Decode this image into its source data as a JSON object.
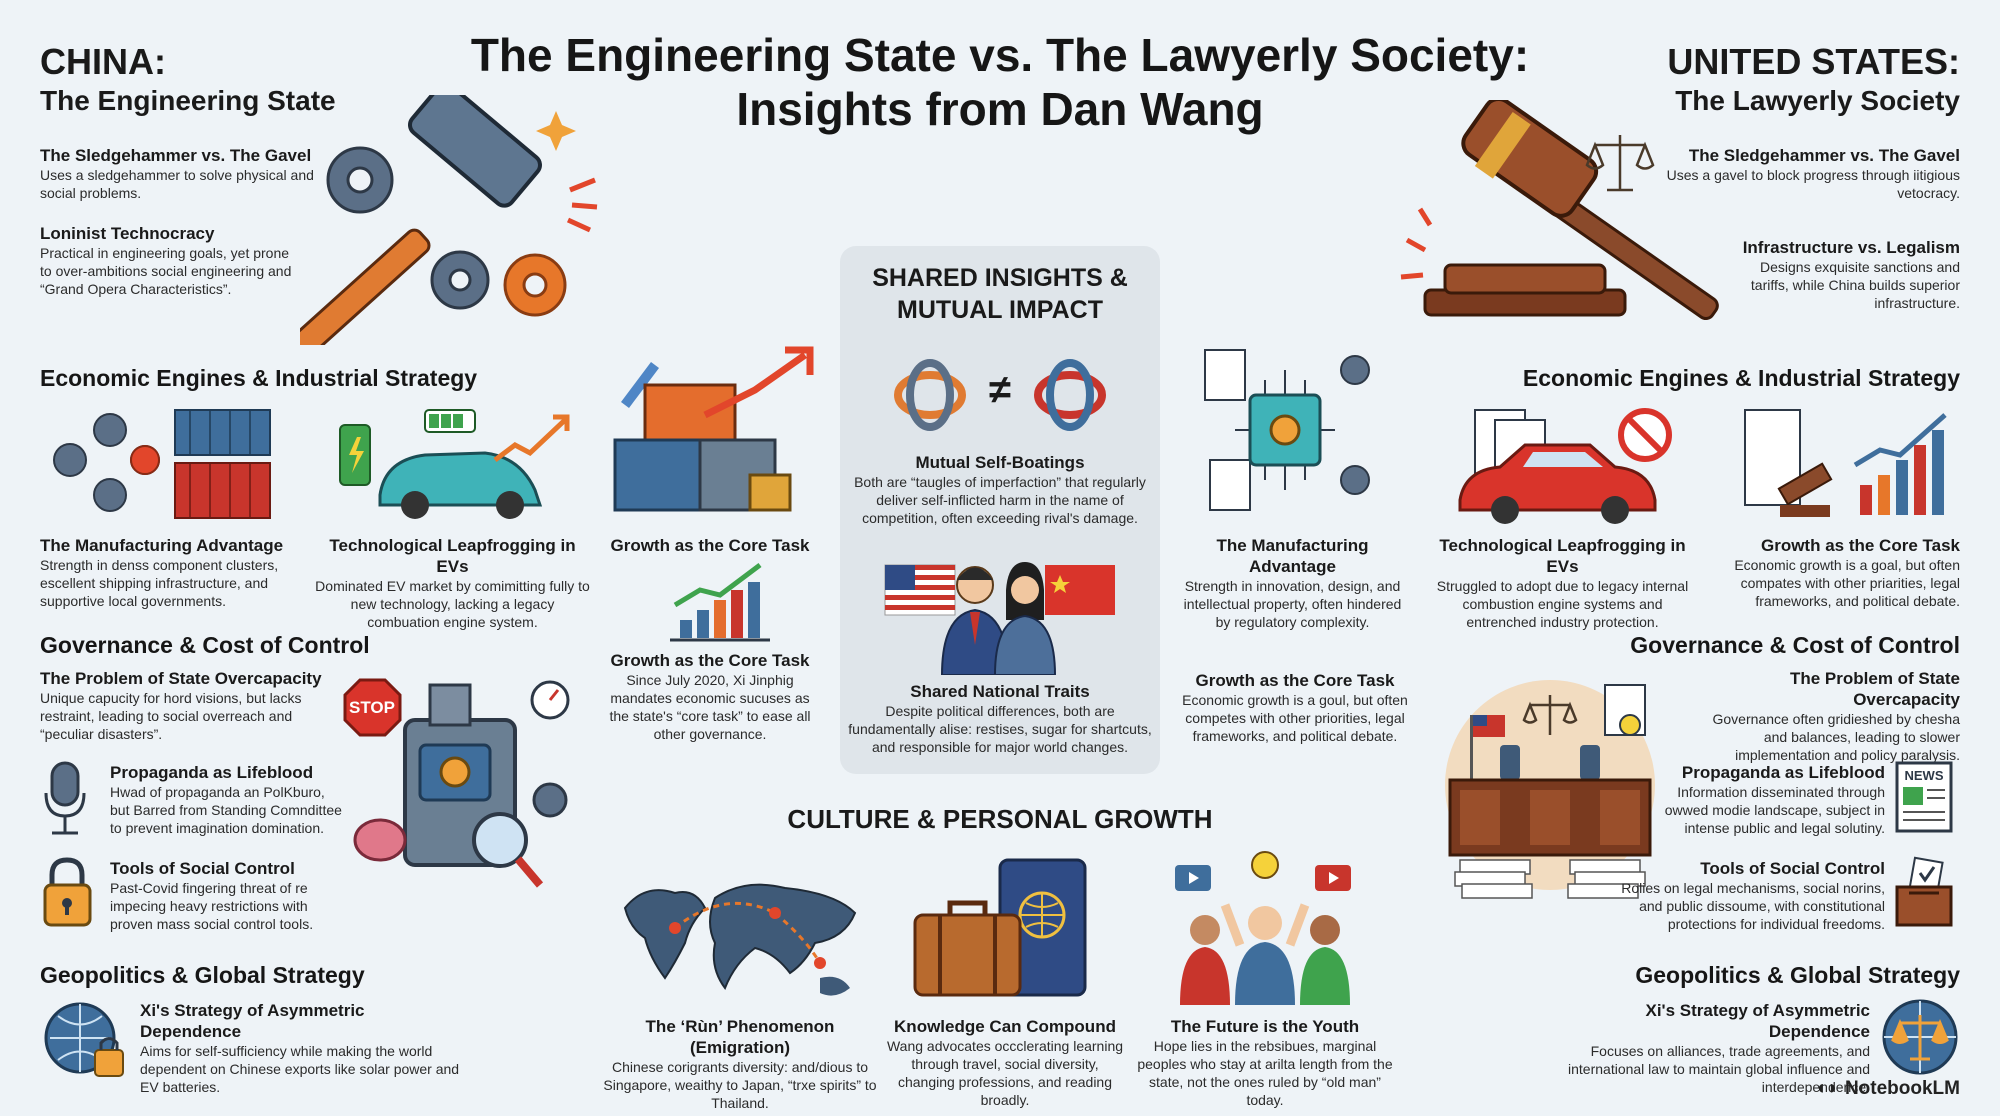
{
  "title_line1": "The Engineering State vs. The Lawyerly Society:",
  "title_line2": "Insights from Dan Wang",
  "china": {
    "heading1": "CHINA:",
    "heading2": "The Engineering State",
    "sledge": {
      "title": "The Sledgehammer vs. The Gavel",
      "body": "Uses a sledgehammer to solve physical and social problems."
    },
    "technocracy": {
      "title": "Loninist Technocracy",
      "body": "Practical in engineering goals, yet prone to over-ambitions social engineering and “Grand Opera Characteristics”."
    },
    "econ_heading": "Economic Engines & Industrial Strategy",
    "manufacturing": {
      "title": "The Manufacturing Advantage",
      "body": "Strength in denss component clusters, escellent shipping infrastructure, and supportive local governments."
    },
    "evs": {
      "title": "Technological Leapfrogging in EVs",
      "body": "Dominated EV market by comimitting fully to new technology, lacking a legacy combuation engine system."
    },
    "growth_core": {
      "title": "Growth as the Core Task"
    },
    "growth_core2": {
      "title": "Growth as the Core Task",
      "body": "Since July 2020, Xi Jinphig mandates economic sucuses as the state's “core task” to ease all other governance."
    },
    "gov_heading": "Governance & Cost of Control",
    "overcapacity": {
      "title": "The Problem of State Overcapacity",
      "body": "Unique capucity for hord visions, but lacks restraint, leading to social overreach and “peculiar disasters”."
    },
    "propaganda": {
      "title": "Propaganda as Lifeblood",
      "body": "Hwad of propaganda an PolKburo, but Barred from Standing Comndittee to prevent imagination domination."
    },
    "social_control": {
      "title": "Tools of Social Control",
      "body": "Past-Covid fingering threat of re impecing heavy restrictions with proven mass social control tools."
    },
    "geo_heading": "Geopolitics & Global Strategy",
    "asymmetric": {
      "title": "Xi's Strategy of Asymmetric Dependence",
      "body": "Aims for self-sufficiency while making the world dependent on Chinese exports like solar power and EV batteries."
    },
    "stop_sign": "STOP"
  },
  "shared": {
    "heading": "SHARED INSIGHTS & MUTUAL IMPACT",
    "neq": "≠",
    "mutual": {
      "title": "Mutual Self-Boatings",
      "body": "Both are “taugles of imperfaction” that regularly deliver self-inflicted harm in the name of competition, often exceeding rival's damage."
    },
    "traits": {
      "title": "Shared National Traits",
      "body": "Despite political differences, both are fundamentally alise: restises, sugar for shartcuts, and responsible for major world changes."
    }
  },
  "culture": {
    "heading": "CULTURE & PERSONAL GROWTH",
    "run": {
      "title": "The ‘Rùn’ Phenomenon (Emigration)",
      "body": "Chinese corigrants diversity: and/dious to Singapore, weaithy to Japan, “trxe spirits” to Thailand."
    },
    "knowledge": {
      "title": "Knowledge Can Compound",
      "body": "Wang advocates occclerating learning through travel, social diversity, changing professions, and reading broadly."
    },
    "youth": {
      "title": "The Future is the Youth",
      "body": "Hope lies in the rebsibues, marginal peoples who stay at arilta length from the state, not the ones ruled by “old man” today."
    }
  },
  "us": {
    "heading1": "UNITED STATES:",
    "heading2": "The Lawyerly Society",
    "sledge": {
      "title": "The Sledgehammer vs. The Gavel",
      "body": "Uses a gavel to block progress through iitigious vetocracy."
    },
    "infra": {
      "title": "Infrastructure vs. Legalism",
      "body": "Designs exquisite sanctions and tariffs, while China builds superior infrastructure."
    },
    "econ_heading": "Economic Engines & Industrial Strategy",
    "manufacturing": {
      "title": "The Manufacturing Advantage",
      "body": "Strength in innovation, design, and intellectual property, often hindered by regulatory complexity."
    },
    "evs": {
      "title": "Technological Leapfrogging in EVs",
      "body": "Struggled to adopt due to legacy internal combustion engine systems and entrenched industry protection."
    },
    "growth_core": {
      "title": "Growth as the Core Task",
      "body": "Economic growth is a goal, but often compates with other priarities, legal frameworks, and political debate."
    },
    "growth_mid": {
      "title": "Growth as the Core Task",
      "body": "Economic growth is a goul, but often competes with other priorities, legal frameworks, and political debate."
    },
    "gov_heading": "Governance & Cost of Control",
    "overcapacity": {
      "title": "The Problem of State Overcapacity",
      "body": "Governance often gridieshed by chesha and balances, leading to slower implementation and policy paralysis."
    },
    "propaganda": {
      "title": "Propaganda as Lifeblood",
      "body": "Information disseminated through owwed modie landscape, subject in intense public and legal solutiny."
    },
    "social_control": {
      "title": "Tools of Social Control",
      "body": "Rolies on legal mechanisms, social norins, and public dissoume, with constitutional protections for individual freedoms."
    },
    "geo_heading": "Geopolitics & Global Strategy",
    "asymmetric": {
      "title": "Xi's Strategy of Asymmetric Dependence",
      "body": "Focuses on alliances, trade agreements, and international law to maintain global influence and interdependence."
    },
    "news_label": "NEWS"
  },
  "brand": "NotebookLM",
  "colors": {
    "background": "#eef3f7",
    "card": "#dfe5ea",
    "accent_orange": "#e7772a",
    "accent_blue": "#3f6e9c",
    "accent_red": "#c8352c",
    "gavel_brown": "#8a4a2b"
  }
}
